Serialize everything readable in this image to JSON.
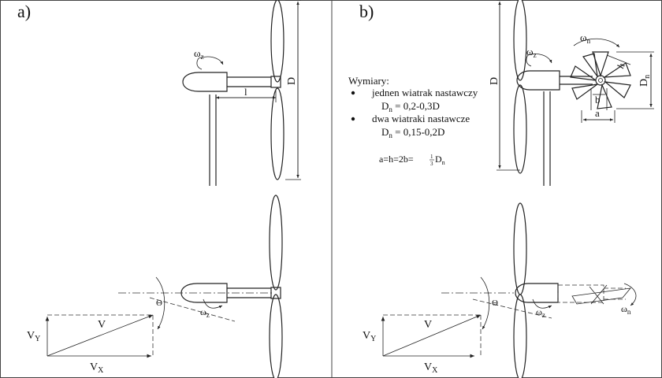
{
  "panels": {
    "a": {
      "label": "a)"
    },
    "b": {
      "label": "b)"
    }
  },
  "labels": {
    "omega_z": "ω",
    "omega_z_sub": "z",
    "omega_n": "ω",
    "omega_n_sub": "n",
    "D": "D",
    "l": "l",
    "a": "a",
    "b": "b",
    "h": "h",
    "Dn": "D",
    "Dn_sub": "n",
    "V": "V",
    "VY": "V",
    "VY_sub": "Y",
    "VX": "V",
    "VX_sub": "X",
    "theta": "Θ"
  },
  "dimensions_text": {
    "title": "Wymiary:",
    "item1": "jednen wiatrak nastawczy",
    "item1_formula_pre": "D",
    "item1_formula_sub": "n",
    "item1_formula_post": " = 0,2-0,3D",
    "item2": "dwa wiatraki nastawcze",
    "item2_formula_pre": "D",
    "item2_formula_sub": "n",
    "item2_formula_post": " = 0,15-0,2D",
    "relation_pre": "a=h=2b=",
    "relation_frac_num": "1",
    "relation_frac_den": "3",
    "relation_post": "D",
    "relation_post_sub": "n"
  },
  "colors": {
    "line": "#222222",
    "background": "#ffffff"
  }
}
